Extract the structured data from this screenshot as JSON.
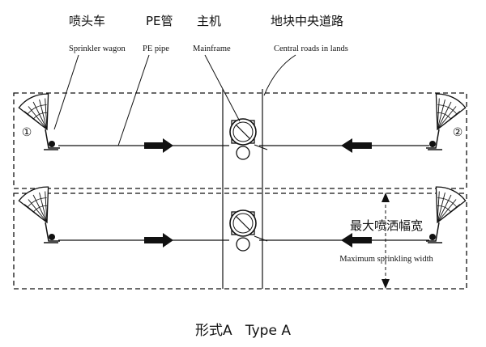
{
  "labels": {
    "sprinkler_wagon_cn": "喷头车",
    "sprinkler_wagon_en": "Sprinkler wagon",
    "pe_pipe_cn": "PE管",
    "pe_pipe_en": "PE pipe",
    "mainframe_cn": "主机",
    "mainframe_en": "Mainframe",
    "central_roads_cn": "地块中央道路",
    "central_roads_en": "Central roads in lands",
    "max_width_cn": "最大喷洒幅宽",
    "max_width_en": "Maximum sprinkling width",
    "marker_1": "①",
    "marker_2": "②",
    "caption": "形式A   Type A"
  },
  "colors": {
    "ink": "#111111",
    "background": "#ffffff"
  },
  "icons": {
    "sprinkler": "sprinkler-fan-icon",
    "reel": "hose-reel-icon",
    "arrow": "flow-arrow-icon"
  }
}
